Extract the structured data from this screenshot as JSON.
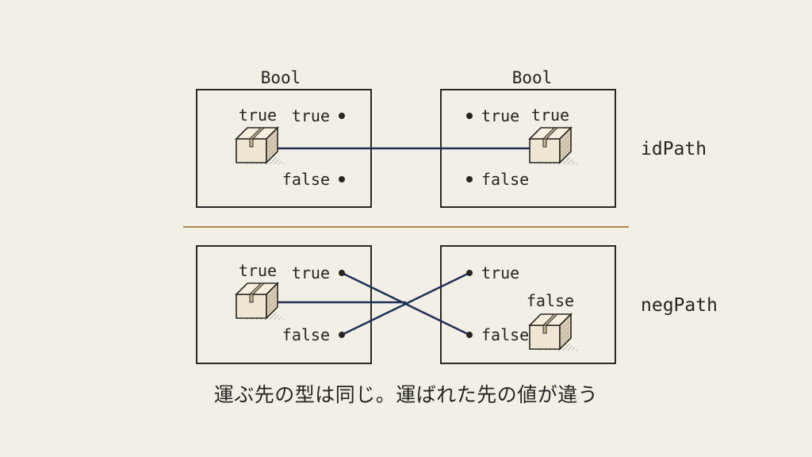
{
  "top": {
    "left_type_label": "Bool",
    "right_type_label": "Bool",
    "left_box": {
      "box_label": "true",
      "points": [
        "true",
        "false"
      ]
    },
    "right_box": {
      "box_label": "true",
      "points": [
        "true",
        "false"
      ]
    },
    "path_label": "idPath"
  },
  "bottom": {
    "left_box": {
      "box_label": "true",
      "points": [
        "true",
        "false"
      ]
    },
    "right_box": {
      "box_label": "false",
      "points": [
        "true",
        "false"
      ]
    },
    "path_label": "negPath"
  },
  "caption": "運ぶ先の型は同じ。運ばれた先の値が違う",
  "colors": {
    "background": "#f2efe6",
    "line": "#1f2f55",
    "divider": "#a98a4c",
    "box_stroke": "#2a2826",
    "dot": "#2a2420"
  },
  "icons": {
    "package": "cardboard-box-icon",
    "point": "dot-icon"
  }
}
